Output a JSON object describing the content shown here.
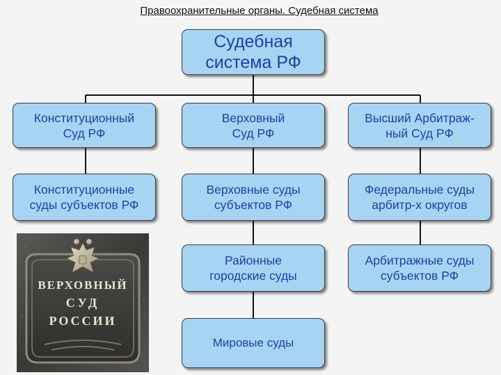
{
  "page": {
    "title": "Правоохранительные органы. Судебная система"
  },
  "diagram": {
    "root": "Судебная\nсистема РФ",
    "nodes": {
      "constitutional_court": "Конституционный\nСуд РФ",
      "supreme_court": "Верховный\nСуд РФ",
      "supreme_arbitration_court": "Высший Арбитраж-\nный Суд РФ",
      "constitutional_courts_subjects": "Конституционные\nсуды субъектов РФ",
      "supreme_courts_subjects": "Верховные суды\nсубъектов РФ",
      "federal_arbitration_courts": "Федеральные суды\nарбитр-х округов",
      "district_city_courts": "Районные\nгородские суды",
      "arbitration_courts_subjects": "Арбитражные суды\nсубъектов РФ",
      "magistrate_courts": "Мировые суды"
    }
  },
  "photo": {
    "sign_text": [
      "ВЕРХОВНЫЙ",
      "СУД",
      "РОССИИ"
    ]
  },
  "colors": {
    "box_fill": "#a8d4f4",
    "box_text": "#1f3fa0",
    "line": "#111111",
    "background": "#f4f4f4"
  }
}
